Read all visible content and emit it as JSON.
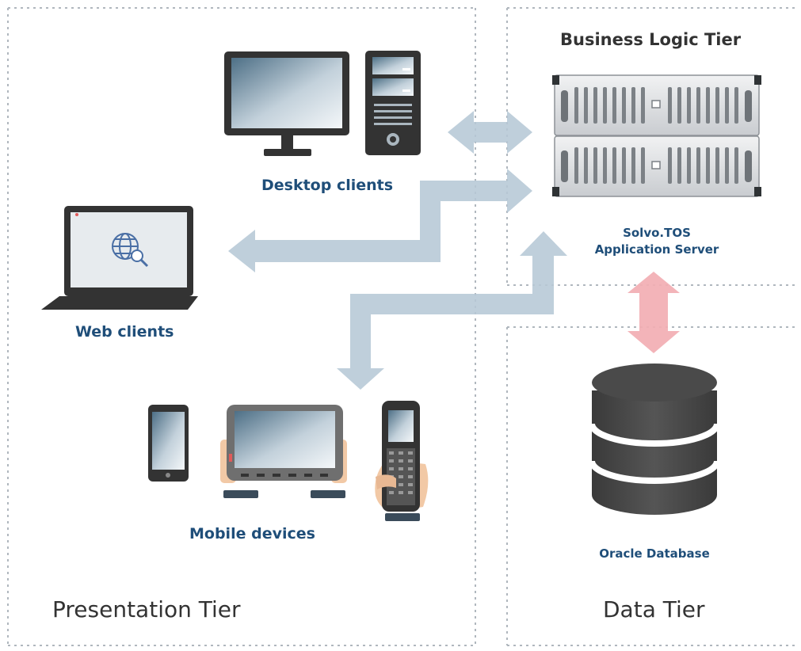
{
  "tiers": {
    "presentation": "Presentation Tier",
    "business_logic": "Business Logic Tier",
    "data": "Data Tier"
  },
  "nodes": {
    "desktop_clients": "Desktop clients",
    "web_clients": "Web clients",
    "mobile_devices": "Mobile devices",
    "app_server_line1": "Solvo.TOS",
    "app_server_line2": "Application Server",
    "database": "Oracle Database"
  },
  "colors": {
    "tier_border": "#b0b7be",
    "arrow_client": "#b6c8d6",
    "arrow_db": "#f2aeb3",
    "label_text": "#1f4e79",
    "tier_text": "#333333",
    "device_dark": "#333333",
    "database": "#4a4a4a"
  },
  "icons": [
    "desktop-monitor-icon",
    "tower-pc-icon",
    "laptop-icon",
    "globe-search-icon",
    "smartphone-icon",
    "tablet-icon",
    "barcode-scanner-icon",
    "server-rack-icon",
    "database-icon"
  ]
}
